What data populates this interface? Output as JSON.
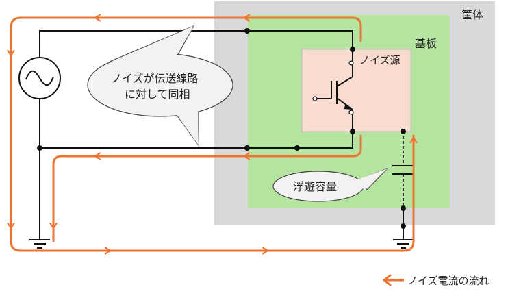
{
  "labels": {
    "enclosure": "筐体",
    "board": "基板",
    "noise_source": "ノイズ源",
    "common_mode_line1": "ノイズが伝送線路",
    "common_mode_line2": "に対して同相",
    "stray_capacitance": "浮遊容量",
    "legend": "ノイズ電流の流れ"
  },
  "colors": {
    "enclosure": "#d9d9d9",
    "board": "#b5e3a0",
    "noise_source": "#f8dcd0",
    "wire": "#111111",
    "noise_current": "#ee7330",
    "callout_fill": "#f2f2f2"
  },
  "icons": {
    "ac_source": "ac-source-icon",
    "transistor": "igbt-icon",
    "capacitor": "capacitor-icon",
    "ground": "ground-icon"
  }
}
